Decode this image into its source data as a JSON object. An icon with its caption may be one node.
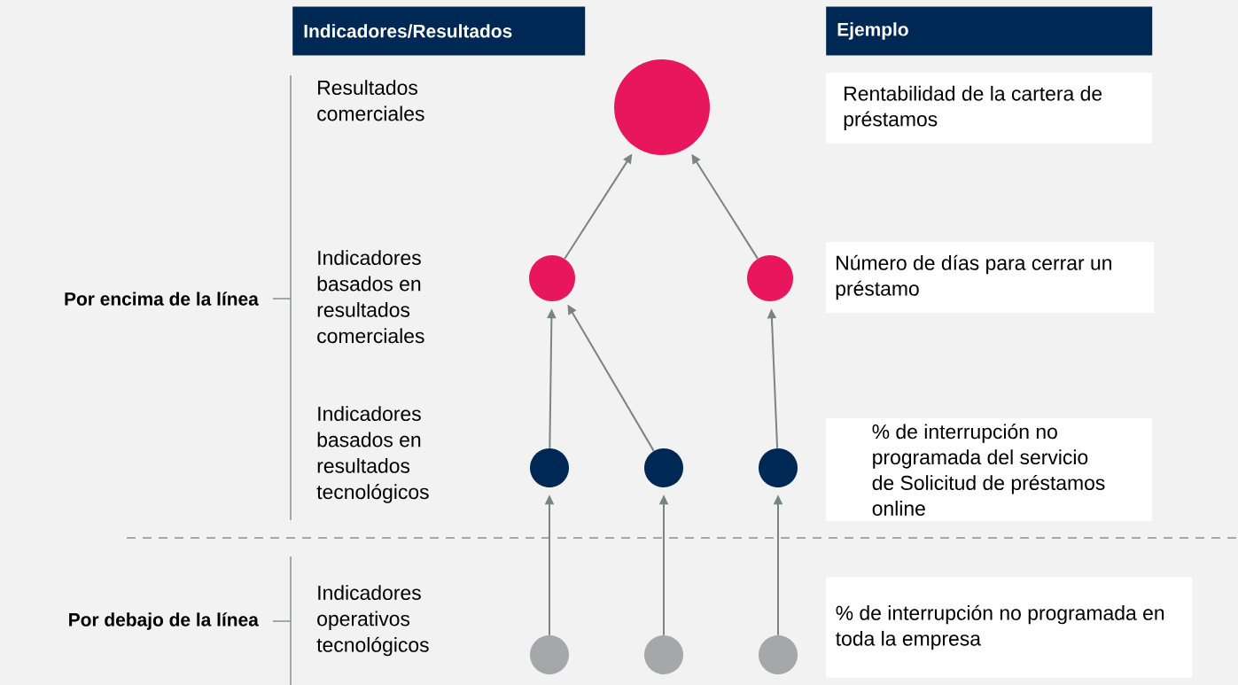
{
  "diagram": {
    "nodes": [
      {
        "text": [
          "Indicadores/Resultados"
        ]
      },
      {
        "text": [
          "Ejemplo"
        ]
      },
      {
        "text": [],
        "shape": "circle"
      },
      {
        "text": [],
        "shape": "circle"
      },
      {
        "text": [],
        "shape": "circle"
      },
      {
        "text": [],
        "shape": "circle"
      },
      {
        "text": [],
        "shape": "circle"
      },
      {
        "text": [],
        "shape": "circle"
      },
      {
        "text": [],
        "shape": "circle"
      },
      {
        "text": [],
        "shape": "circle"
      },
      {
        "text": [],
        "shape": "circle"
      },
      {
        "text": [
          "Rentabilidad de la cartera de préstamos"
        ]
      },
      {
        "text": [
          "Número de días para cerrar un préstamo"
        ]
      },
      {
        "text": [
          "% de interrupción no programada del servicio de Solicitud de préstamos online"
        ]
      },
      {
        "text": [
          "% de interrupción no programada en toda la empresa"
        ]
      }
    ],
    "edges": [
      {
        "from": 3,
        "to": 2,
        "arrow": "to"
      },
      {
        "from": 4,
        "to": 2,
        "arrow": "to"
      },
      {
        "from": 5,
        "to": 3,
        "arrow": "to"
      },
      {
        "from": 6,
        "to": 3,
        "arrow": "to"
      },
      {
        "from": 7,
        "to": 4,
        "arrow": "to"
      },
      {
        "from": 8,
        "to": 5,
        "arrow": "to"
      },
      {
        "from": 9,
        "to": 6,
        "arrow": "to"
      },
      {
        "from": 10,
        "to": 7,
        "arrow": "to"
      }
    ],
    "labels": [
      "Resultados comerciales",
      "Indicadores basados en resultados comerciales",
      "Indicadores basados en resultados tecnológicos",
      "Indicadores operativos tecnológicos",
      "Por encima de la línea",
      "Por debajo de la línea"
    ]
  }
}
